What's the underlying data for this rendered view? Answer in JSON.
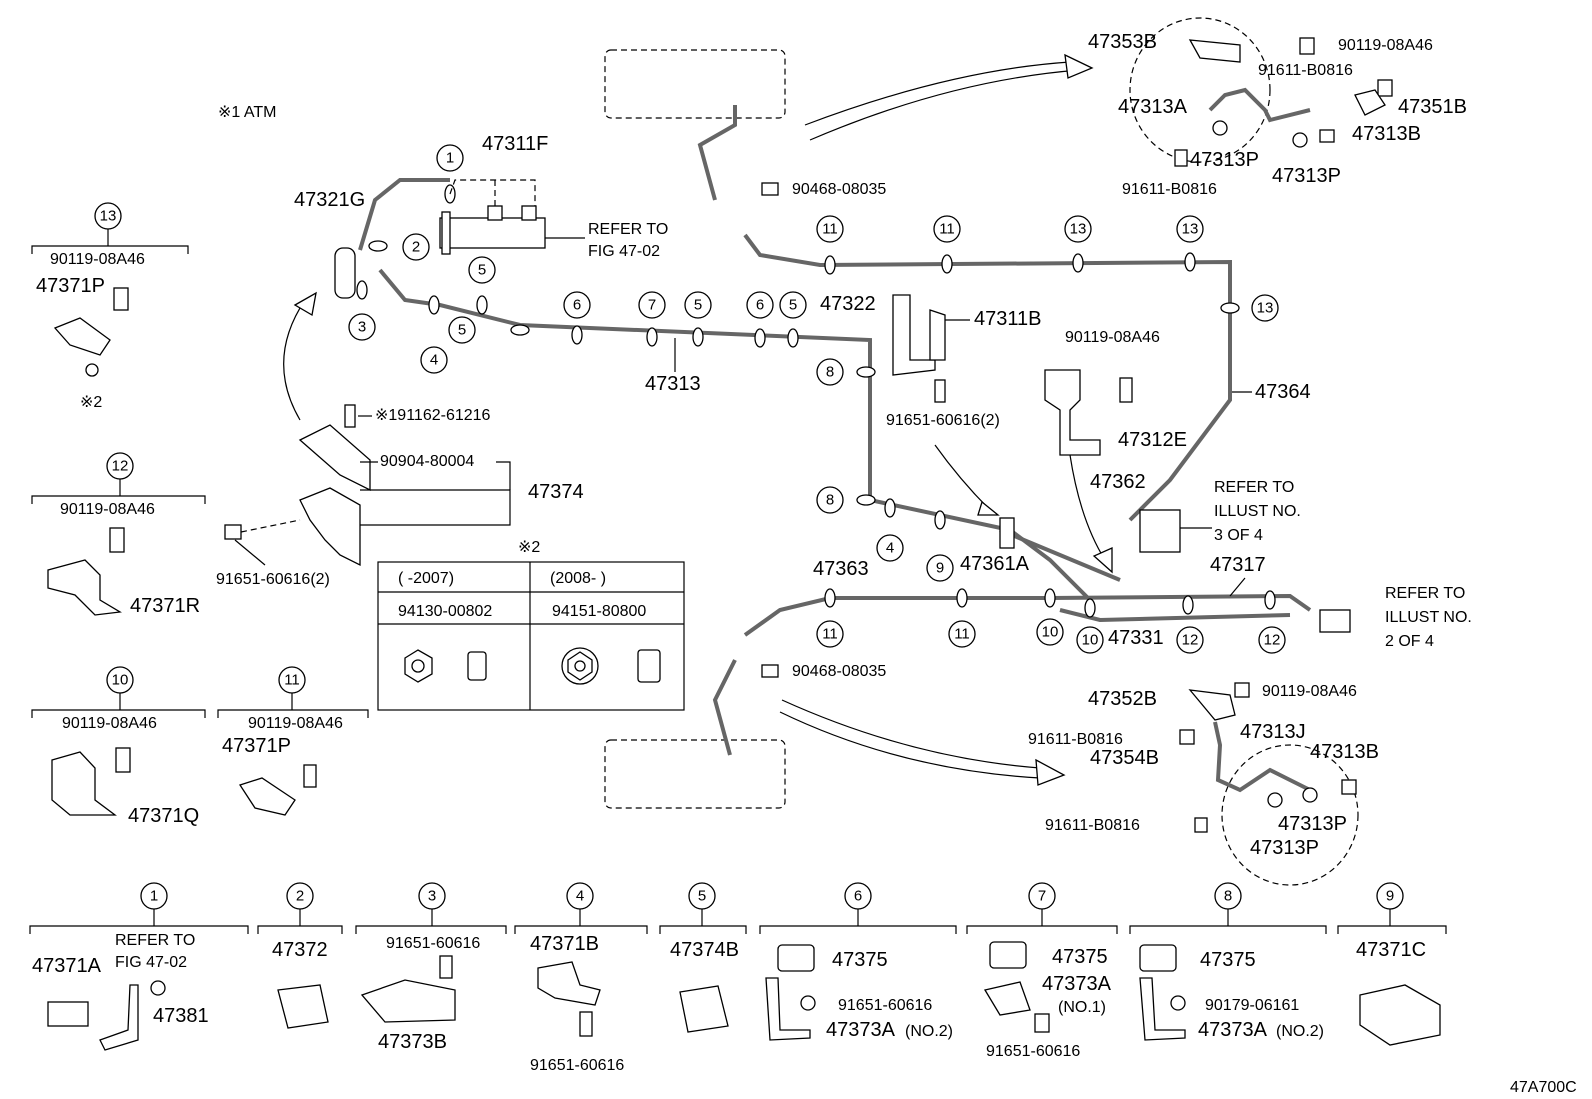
{
  "notes": {
    "atm": "※1 ATM",
    "marker2": "※2"
  },
  "doc_code": "47A700C",
  "refs": {
    "fig4702_a": [
      "REFER TO",
      "FIG 47-02"
    ],
    "illust3": [
      "REFER TO",
      "ILLUST NO.",
      "3 OF 4"
    ],
    "illust2": [
      "REFER TO",
      "ILLUST NO.",
      "2 OF 4"
    ],
    "fig4702_b": [
      "REFER TO",
      "FIG 47-02"
    ]
  },
  "parts": {
    "p47311F": "47311F",
    "p47321G": "47321G",
    "p47313": "47313",
    "p47322": "47322",
    "p47311B": "47311B",
    "p47364": "47364",
    "p47312E": "47312E",
    "p47362": "47362",
    "p47361A": "47361A",
    "p47363": "47363",
    "p47317": "47317",
    "p47331": "47331",
    "p47374": "47374",
    "p91162": "※191162-61216",
    "p90904": "90904-80004",
    "p91651_2a": "91651-60616(2)",
    "p91651_2b": "91651-60616(2)",
    "p90468a": "90468-08035",
    "p90468b": "90468-08035",
    "p90119_top": "90119-08A46",
    "p90119_mid": "90119-08A46",
    "p47353B": "47353B",
    "p91611a": "91611-B0816",
    "p47313A": "47313A",
    "p47351B": "47351B",
    "p47313B_top": "47313B",
    "p47313P_a": "47313P",
    "p47313P_b": "47313P",
    "p91611b": "91611-B0816",
    "p47352B": "47352B",
    "p90119_bot": "90119-08A46",
    "p91611c": "91611-B0816",
    "p47313J": "47313J",
    "p47354B": "47354B",
    "p47313B_bot": "47313B",
    "p91611d": "91611-B0816",
    "p47313P_c": "47313P",
    "p47313P_d": "47313P"
  },
  "table": {
    "col1_head": "(       -2007)",
    "col2_head": "(2008-       )",
    "col1_part": "94130-00802",
    "col2_part": "94151-80800"
  },
  "legend": {
    "b13": {
      "num": "13",
      "a": "90119-08A46",
      "b": "47371P",
      "c": "※2"
    },
    "b12": {
      "num": "12",
      "a": "90119-08A46",
      "b": "47371R"
    },
    "b10": {
      "num": "10",
      "a": "90119-08A46",
      "b": "47371Q"
    },
    "b11": {
      "num": "11",
      "a": "90119-08A46",
      "b": "47371P"
    },
    "b1": {
      "num": "1",
      "a": "47371A",
      "b": "47381"
    },
    "b2": {
      "num": "2",
      "a": "47372"
    },
    "b3": {
      "num": "3",
      "a": "91651-60616",
      "b": "47373B"
    },
    "b4": {
      "num": "4",
      "a": "47371B",
      "b": "91651-60616"
    },
    "b5": {
      "num": "5",
      "a": "47374B"
    },
    "b6": {
      "num": "6",
      "a": "47375",
      "b": "91651-60616",
      "c": "47373A",
      "d": "(NO.2)"
    },
    "b7": {
      "num": "7",
      "a": "47375",
      "b": "47373A",
      "c": "(NO.1)",
      "d": "91651-60616"
    },
    "b8": {
      "num": "8",
      "a": "47375",
      "b": "90179-06161",
      "c": "47373A",
      "d": "(NO.2)"
    },
    "b9": {
      "num": "9",
      "a": "47371C"
    }
  },
  "callouts": {
    "c1": "1",
    "c2": "2",
    "c3": "3",
    "c4": "4",
    "c5a": "5",
    "c5b": "5",
    "c6": "6",
    "c7": "7",
    "c5c": "5",
    "c6b": "6",
    "c5d": "5",
    "c8a": "8",
    "c8b": "8",
    "c4b": "4",
    "c9": "9",
    "c11a": "11",
    "c11b": "11",
    "c13a": "13",
    "c13b": "13",
    "c13c": "13",
    "c11c": "11",
    "c11d": "11",
    "c10a": "10",
    "c10b": "10",
    "c12a": "12",
    "c12b": "12"
  }
}
